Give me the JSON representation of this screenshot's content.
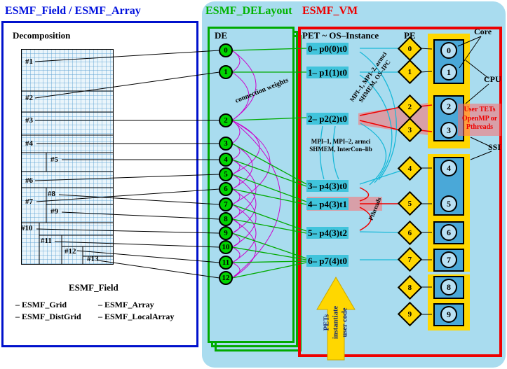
{
  "titles": {
    "field_array": "ESMF_Field / ESMF_Array",
    "delayout": "ESMF_DELayout",
    "vm": "ESMF_VM"
  },
  "colors": {
    "blue": "#0011cc",
    "green": "#00aa00",
    "red": "#ee0000",
    "cyan_background": "#a9dcef",
    "yellow": "#ffd700",
    "magenta": "#cc00cc",
    "pet_highlight": "#40c4dc",
    "core_square": "#4aa8d8",
    "core_circle": "#b8e0f4",
    "pink_band": "#ff6e6e"
  },
  "left": {
    "decomposition": "Decomposition",
    "grid_labels": [
      "#1",
      "#2",
      "#3",
      "#4",
      "#5",
      "#6",
      "#7",
      "#8",
      "#9",
      "#10",
      "#11",
      "#12",
      "#13"
    ],
    "footer": {
      "title": "ESMF_Field",
      "col1": [
        "– ESMF_Grid",
        "– ESMF_DistGrid"
      ],
      "col2": [
        "– ESMF_Array",
        "– ESMF_LocalArray"
      ]
    }
  },
  "middle": {
    "de": "DE",
    "connection_weights": "connection weights",
    "de_numbers": [
      "0",
      "1",
      "2",
      "3",
      "4",
      "5",
      "6",
      "7",
      "8",
      "9",
      "10",
      "11",
      "12"
    ]
  },
  "right": {
    "pet_header": "PET ~ OS–Instance",
    "pe_header": "PE",
    "core": "Core",
    "cpu": "CPU",
    "ssi": "SSI",
    "user_tets": [
      "User TETs",
      "OpenMP or",
      "Pthreads"
    ],
    "pets": [
      "0– p0(0)t0",
      "1– p1(1)t0",
      "2– p2(2)t0",
      "3– p4(3)t0",
      "4– p4(3)t1",
      "5– p4(3)t2",
      "6– p7(4)t0"
    ],
    "pe_numbers": [
      "0",
      "1",
      "2",
      "3",
      "4",
      "5",
      "6",
      "7",
      "8",
      "9"
    ],
    "core_numbers": [
      "0",
      "1",
      "2",
      "3",
      "4",
      "5",
      "6",
      "7",
      "8",
      "9"
    ],
    "mpi_diag": [
      "MPI–1, MPI–2, armci",
      "SHMEM, OS–IPC"
    ],
    "mpi_horiz": [
      "MPI–1, MPI–2, armci",
      "SHMEM, InterCon–lib"
    ],
    "pthreads": "Pthreads",
    "arrow": [
      "PETs",
      "instantiate",
      "user code"
    ]
  }
}
